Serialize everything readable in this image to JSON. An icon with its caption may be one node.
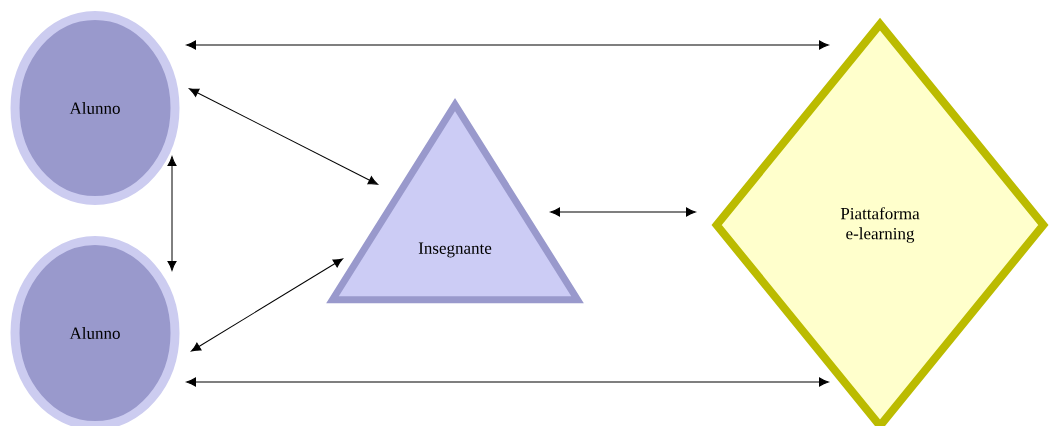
{
  "diagram": {
    "nodes": [
      {
        "text": [
          "Alunno"
        ]
      },
      {
        "text": [
          "Insegnante"
        ]
      },
      {
        "text": [
          "Piattaforma e-learning"
        ]
      },
      {
        "text": [
          "Alunno"
        ]
      }
    ],
    "edges": [
      {
        "from": 0,
        "to": 2,
        "arrow": "both"
      },
      {
        "from": 0,
        "to": 1,
        "arrow": "both"
      },
      {
        "from": 0,
        "to": 3,
        "arrow": "both"
      },
      {
        "from": 3,
        "to": 1,
        "arrow": "both"
      },
      {
        "from": 1,
        "to": 2,
        "arrow": "both"
      },
      {
        "from": 3,
        "to": 2,
        "arrow": "both"
      }
    ]
  }
}
